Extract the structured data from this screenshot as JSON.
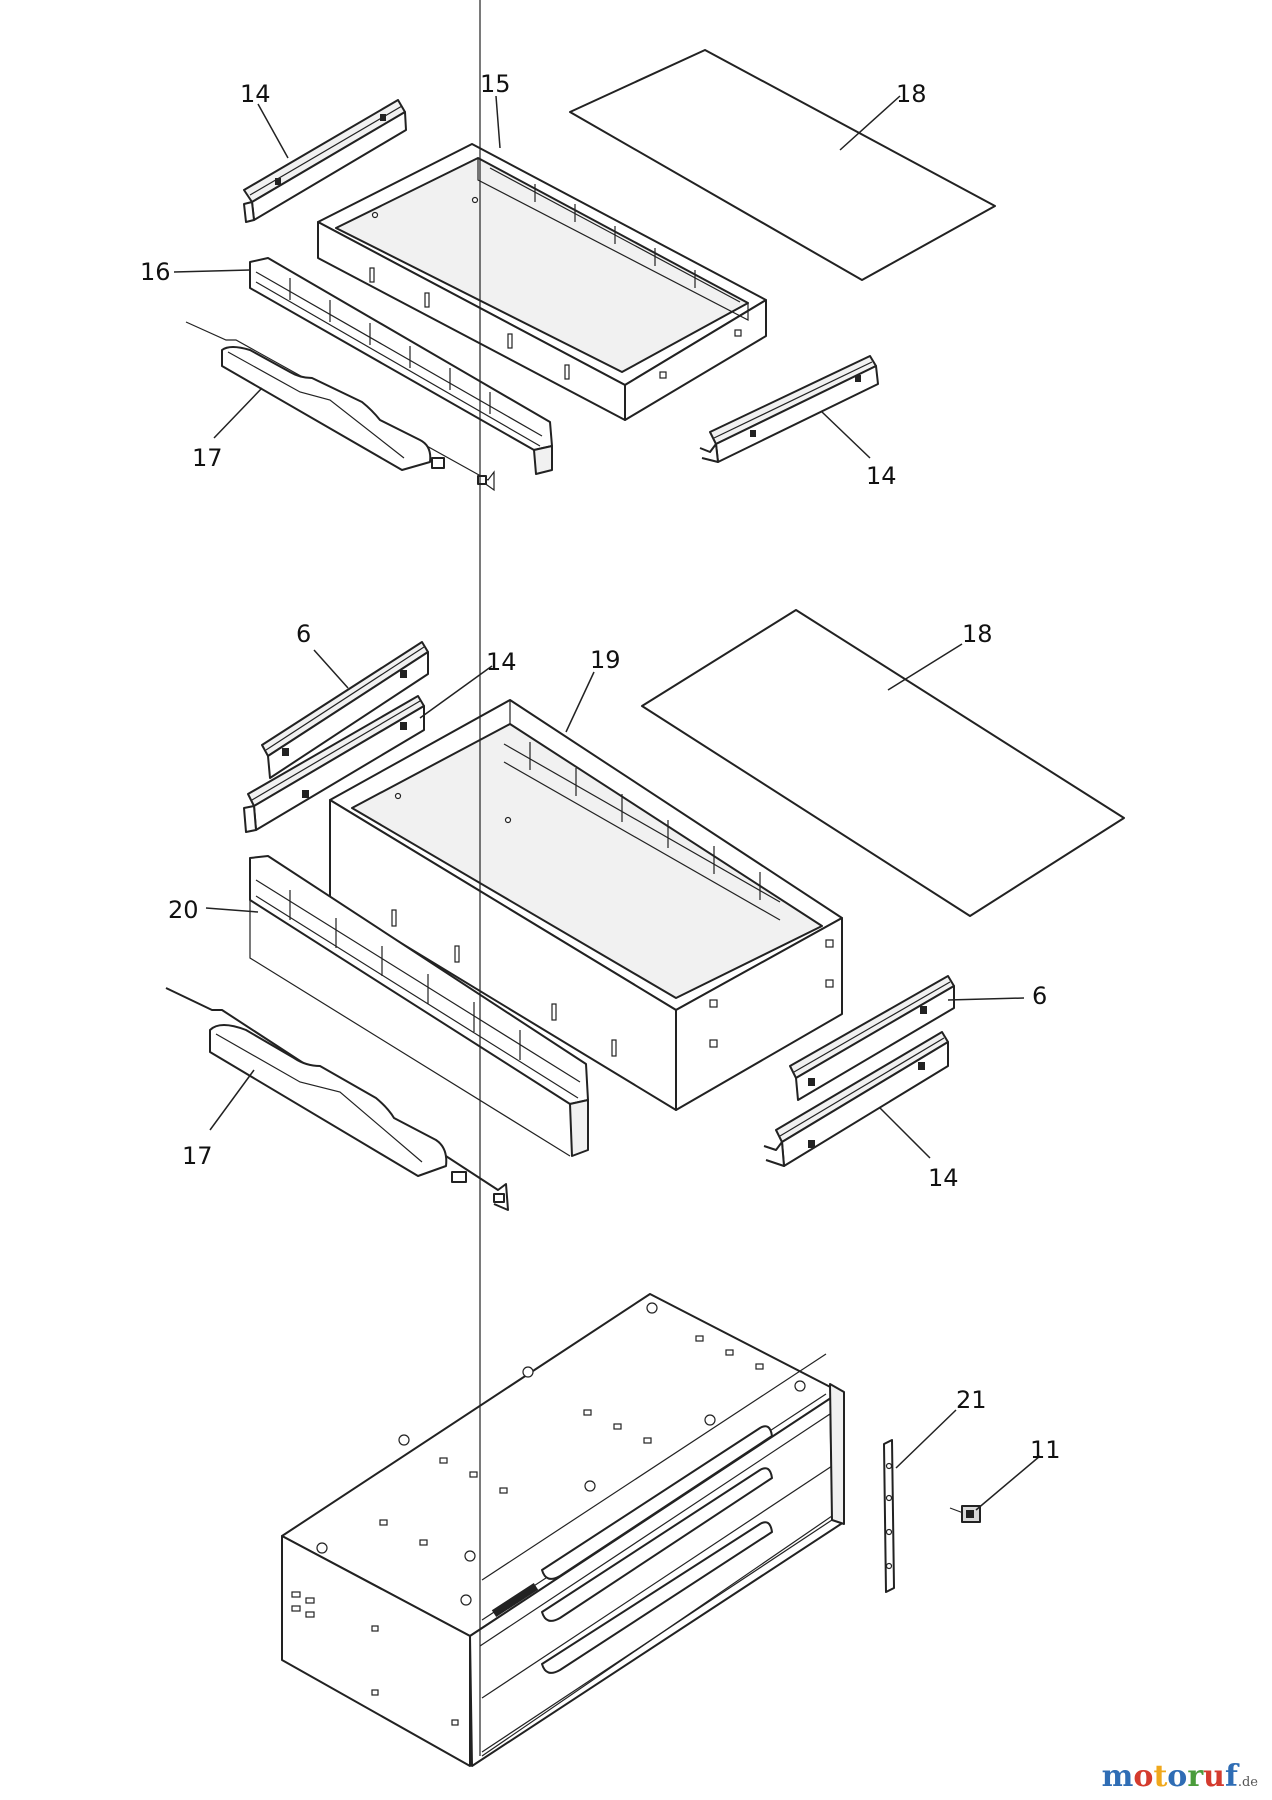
{
  "labels": {
    "top_14_left": "14",
    "top_15": "15",
    "top_18": "18",
    "top_16": "16",
    "top_17": "17",
    "top_14_right": "14",
    "mid_6_left": "6",
    "mid_14_left": "14",
    "mid_19": "19",
    "mid_18": "18",
    "mid_20": "20",
    "mid_17": "17",
    "mid_6_right": "6",
    "mid_14_right": "14",
    "bot_21": "21",
    "bot_11": "11"
  },
  "brand": {
    "text": "motoruf",
    "tld": ".de",
    "letter_colors": [
      "#2f6db5",
      "#d43b2e",
      "#f0a81c",
      "#2f6db5",
      "#4a9c3b",
      "#d43b2e",
      "#2f6db5"
    ]
  }
}
